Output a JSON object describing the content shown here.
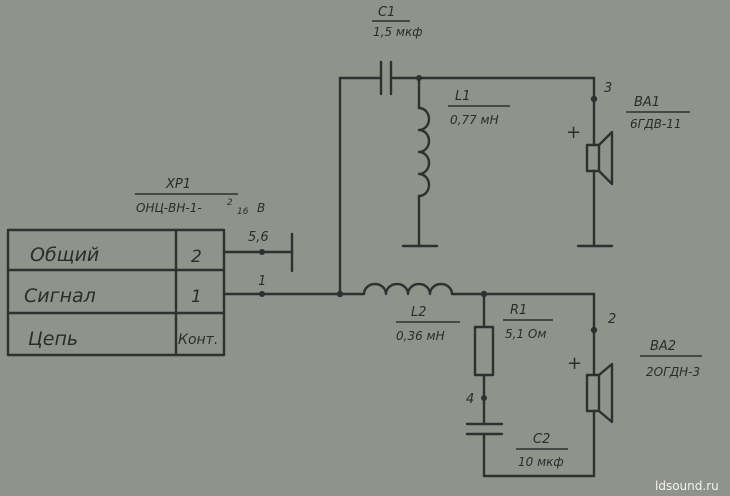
{
  "c1": {
    "name": "C1",
    "value": "1,5 мкф"
  },
  "l1": {
    "name": "L1",
    "value": "0,77 мН"
  },
  "ba1": {
    "name": "BA1",
    "type": "6ГДВ-11",
    "pin": "3",
    "polarity": "+"
  },
  "xp1": {
    "name": "XP1",
    "type": "ОНЦ-ВН-1-",
    "frac_num": "2",
    "frac_den": "16",
    "suffix": "В"
  },
  "node_56": "5,6",
  "node_1": "1",
  "table": {
    "rows": [
      {
        "name": "Общий",
        "contact": "2"
      },
      {
        "name": "Сигнал",
        "contact": "1"
      },
      {
        "name": "Цепь",
        "contact": "Конт."
      }
    ]
  },
  "l2": {
    "name": "L2",
    "value": "0,36 мН"
  },
  "r1": {
    "name": "R1",
    "value": "5,1 Ом"
  },
  "ba2": {
    "name": "BA2",
    "type": "2ОГДН-3",
    "pin": "2",
    "polarity": "+"
  },
  "node_4": "4",
  "c2": {
    "name": "C2",
    "value": "10 мкф"
  },
  "watermark": "ldsound.ru"
}
